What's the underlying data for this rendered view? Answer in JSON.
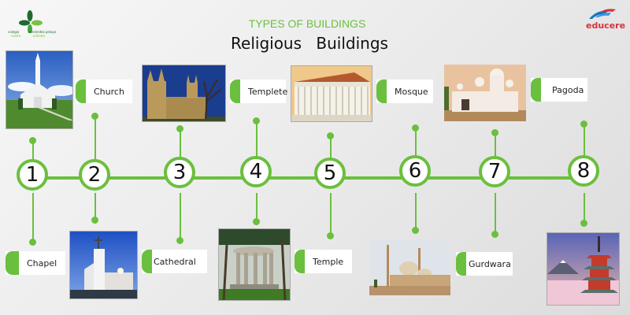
{
  "header": {
    "subtitle": "TYPES OF BUILDINGS",
    "title": "Religious Buildings",
    "logo_left": {
      "line1a": "colegio",
      "line1b": "menéndez pelayo",
      "line2a": "castro",
      "line2b": "urdiales"
    },
    "logo_right": {
      "word": "educere"
    }
  },
  "colors": {
    "accent": "#6bbf3e",
    "brand_red": "#d6333c",
    "brand_blue": "#1e73be"
  },
  "timeline": {
    "nodes": [
      {
        "number": "1",
        "label": "Chapel",
        "label_position": "below",
        "photo": "chapel-photo",
        "photo_position": "above"
      },
      {
        "number": "2",
        "label": "Church",
        "label_position": "above",
        "photo": "church-photo",
        "photo_position": "below"
      },
      {
        "number": "3",
        "label": "Cathedral",
        "label_position": "below",
        "photo": "cathedral-photo",
        "photo_position": "above"
      },
      {
        "number": "4",
        "label": "Templete",
        "label_position": "above",
        "photo": "templete-photo",
        "photo_position": "below"
      },
      {
        "number": "5",
        "label": "Temple",
        "label_position": "below",
        "photo": "temple-photo",
        "photo_position": "above"
      },
      {
        "number": "6",
        "label": "Mosque",
        "label_position": "above",
        "photo": "mosque-photo",
        "photo_position": "below"
      },
      {
        "number": "7",
        "label": "Gurdwara",
        "label_position": "below",
        "photo": "gurdwara-photo",
        "photo_position": "above"
      },
      {
        "number": "8",
        "label": "Pagoda",
        "label_position": "above",
        "photo": "pagoda-photo",
        "photo_position": "below"
      }
    ]
  }
}
